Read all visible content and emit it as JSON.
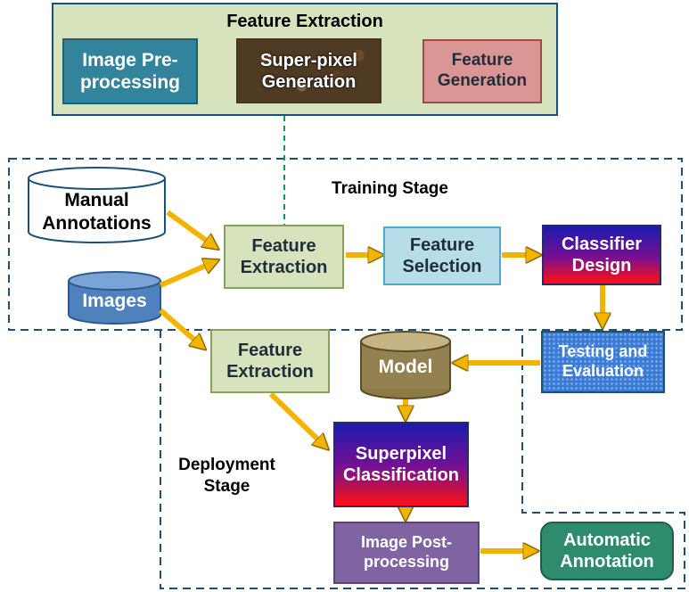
{
  "top_panel": {
    "title": "Feature Extraction",
    "image_preprocessing": "Image Pre-\nprocessing",
    "superpixel_generation": "Super-pixel\nGeneration",
    "feature_generation": "Feature\nGeneration"
  },
  "stages": {
    "training": "Training Stage",
    "deployment": "Deployment\nStage"
  },
  "nodes": {
    "manual_annotations": "Manual\nAnnotations",
    "images": "Images",
    "feature_extraction_train": "Feature\nExtraction",
    "feature_selection": "Feature\nSelection",
    "classifier_design": "Classifier\nDesign",
    "testing_evaluation": "Testing and\nEvaluation",
    "model": "Model",
    "feature_extraction_deploy": "Feature\nExtraction",
    "superpixel_classification": "Superpixel\nClassification",
    "image_postprocessing": "Image Post-\nprocessing",
    "automatic_annotation": "Automatic\nAnnotation"
  },
  "colors": {
    "arrow": "#f2b400",
    "arrow_stroke": "#8c6b00",
    "dashed_border": "#1f4e79",
    "connector": "#00a050"
  }
}
